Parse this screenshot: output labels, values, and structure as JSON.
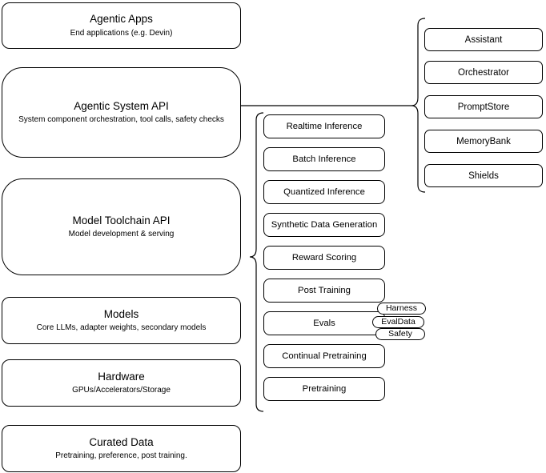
{
  "diagram": {
    "colors": {
      "background": "#ffffff",
      "stroke": "#000000",
      "text": "#000000"
    },
    "stack": [
      {
        "title": "Agentic Apps",
        "subtitle": "End applications (e.g. Devin)"
      },
      {
        "title": "Agentic System API",
        "subtitle": "System component orchestration, tool calls, safety checks"
      },
      {
        "title": "Model Toolchain API",
        "subtitle": "Model development & serving"
      },
      {
        "title": "Models",
        "subtitle": "Core LLMs, adapter weights, secondary models"
      },
      {
        "title": "Hardware",
        "subtitle": "GPUs/Accelerators/Storage"
      },
      {
        "title": "Curated Data",
        "subtitle": "Pretraining, preference, post training."
      }
    ],
    "toolchain_components": [
      "Realtime Inference",
      "Batch Inference",
      "Quantized Inference",
      "Synthetic Data Generation",
      "Reward Scoring",
      "Post Training",
      "Evals",
      "Continual Pretraining",
      "Pretraining"
    ],
    "system_components": [
      "Assistant",
      "Orchestrator",
      "PromptStore",
      "MemoryBank",
      "Shields"
    ],
    "eval_tags": [
      "Harness",
      "EvalData",
      "Safety"
    ]
  }
}
